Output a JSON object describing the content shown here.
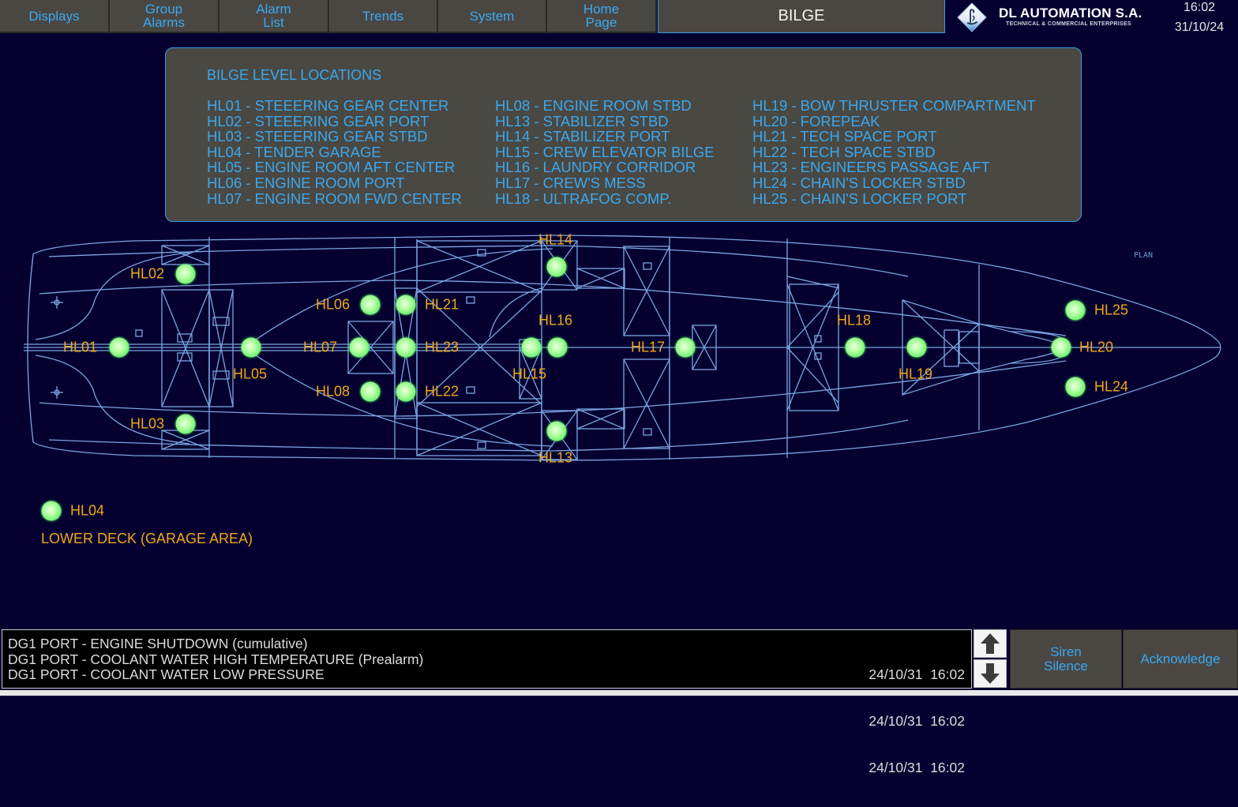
{
  "nav": {
    "buttons": [
      {
        "id": "displays",
        "label": "Displays"
      },
      {
        "id": "group-alarms",
        "label": "Group\nAlarms"
      },
      {
        "id": "alarm-list",
        "label": "Alarm\nList"
      },
      {
        "id": "trends",
        "label": "Trends"
      },
      {
        "id": "system",
        "label": "System"
      },
      {
        "id": "home-page",
        "label": "Home\nPage"
      }
    ],
    "page_title": "BILGE"
  },
  "brand": {
    "name": "DL AUTOMATION S.A.",
    "tagline": "TECHNICAL & COMMERCIAL ENTERPRISES"
  },
  "clock": {
    "time": "16:02",
    "date": "31/10/24"
  },
  "legend": {
    "title": "BILGE LEVEL LOCATIONS",
    "columns": [
      [
        "HL01 - STEEERING GEAR CENTER",
        "HL02 - STEEERING GEAR PORT",
        "HL03 - STEEERING GEAR STBD",
        "HL04 - TENDER GARAGE",
        "HL05 - ENGINE ROOM AFT CENTER",
        "HL06 - ENGINE ROOM PORT",
        "HL07 - ENGINE ROOM FWD CENTER"
      ],
      [
        "HL08 - ENGINE ROOM STBD",
        "HL13 - STABILIZER STBD",
        "HL14 - STABILIZER PORT",
        "HL15 - CREW ELEVATOR BILGE",
        "HL16 - LAUNDRY CORRIDOR",
        "HL17 - CREW'S MESS",
        "HL18 - ULTRAFOG COMP."
      ],
      [
        "HL19 - BOW THRUSTER COMPARTMENT",
        "HL20 - FOREPEAK",
        "HL21 - TECH SPACE PORT",
        "HL22 - TECH SPACE STBD",
        "HL23 - ENGINEERS PASSAGE AFT",
        "HL24 - CHAIN'S LOCKER STBD",
        "HL25 - CHAIN'S LOCKER PORT"
      ]
    ]
  },
  "plan_label": "PLAN",
  "sensors": [
    {
      "id": "HL01",
      "status": "normal"
    },
    {
      "id": "HL02",
      "status": "normal"
    },
    {
      "id": "HL03",
      "status": "normal"
    },
    {
      "id": "HL05",
      "status": "normal"
    },
    {
      "id": "HL06",
      "status": "normal"
    },
    {
      "id": "HL07",
      "status": "normal"
    },
    {
      "id": "HL08",
      "status": "normal"
    },
    {
      "id": "HL13",
      "status": "normal"
    },
    {
      "id": "HL14",
      "status": "normal"
    },
    {
      "id": "HL15",
      "status": "normal"
    },
    {
      "id": "HL16",
      "status": "normal"
    },
    {
      "id": "HL17",
      "status": "normal"
    },
    {
      "id": "HL18",
      "status": "normal"
    },
    {
      "id": "HL19",
      "status": "normal"
    },
    {
      "id": "HL20",
      "status": "normal"
    },
    {
      "id": "HL21",
      "status": "normal"
    },
    {
      "id": "HL22",
      "status": "normal"
    },
    {
      "id": "HL23",
      "status": "normal"
    },
    {
      "id": "HL24",
      "status": "normal"
    },
    {
      "id": "HL25",
      "status": "normal"
    }
  ],
  "lower_deck": {
    "sensor": {
      "id": "HL04",
      "status": "normal"
    },
    "label": "LOWER DECK (GARAGE AREA)"
  },
  "colors": {
    "background": "#050030",
    "accent_text": "#3aa8f0",
    "sensor_label": "#f0a818",
    "sensor_normal": "#66f068",
    "drawing_lines": "#7aa6e0"
  },
  "alarms": [
    {
      "text": "DG1 PORT - ENGINE SHUTDOWN (cumulative)",
      "timestamp": "24/10/31  16:02"
    },
    {
      "text": "DG1 PORT - COOLANT WATER HIGH TEMPERATURE (Prealarm)",
      "timestamp": "24/10/31  16:02"
    },
    {
      "text": "DG1 PORT - COOLANT WATER LOW PRESSURE",
      "timestamp": "24/10/31  16:02"
    }
  ],
  "actions": {
    "siren_silence": "Siren\nSilence",
    "acknowledge": "Acknowledge"
  }
}
